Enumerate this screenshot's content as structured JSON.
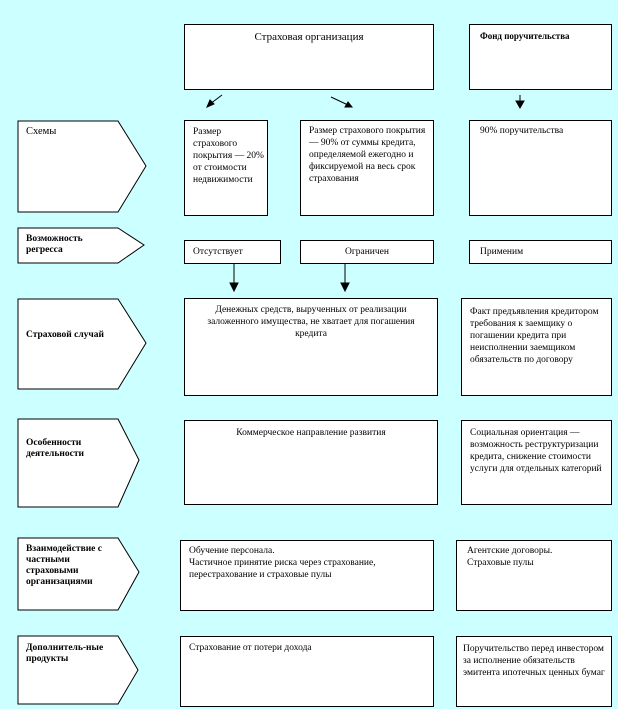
{
  "top": {
    "insurer": "Страховая организация",
    "fund": "Фонд поручительства"
  },
  "rows": [
    {
      "label": "Схемы"
    },
    {
      "label": "Возможность регресса"
    },
    {
      "label": "Страховой случай"
    },
    {
      "label": "Особенности деятельности"
    },
    {
      "label": "Взаимодействие с частными страховыми организациями"
    },
    {
      "label": "Дополнитель-ные продукты"
    }
  ],
  "schemes": {
    "a": "Размер страхового покрытия — 20% от стоимости недвижимости",
    "b": "Размер страхового покрытия — 90% от суммы кредита, определяемой ежегодно и фиксируемой на весь срок страхования",
    "c": "90% поручительства"
  },
  "regress": {
    "a": "Отсутствует",
    "b": "Ограничен",
    "c": "Применим"
  },
  "event": {
    "left": "Денежных средств, вырученных от реализации заложенного имущества, не хватает для погашения кредита",
    "right": "Факт предъявления кредитором требования к заемщику о погашении кредита при неисполнении заемщиком обязательств по договору"
  },
  "features": {
    "left": "Коммерческое направление развития",
    "right": "Социальная ориентация — возможность реструктуризации кредита, снижение стоимости услуги для отдельных категорий"
  },
  "interaction": {
    "left_line1": "Обучение персонала.",
    "left_line2": "Частичное принятие риска через страхование, перестрахование и страховые пулы",
    "right_line1": "Агентские договоры.",
    "right_line2": "Страховые пулы"
  },
  "extra": {
    "left": "Страхование от потери дохода",
    "right": "Поручительство перед инвестором за исполнение обязательств эмитента ипотечных ценных бумаг"
  }
}
